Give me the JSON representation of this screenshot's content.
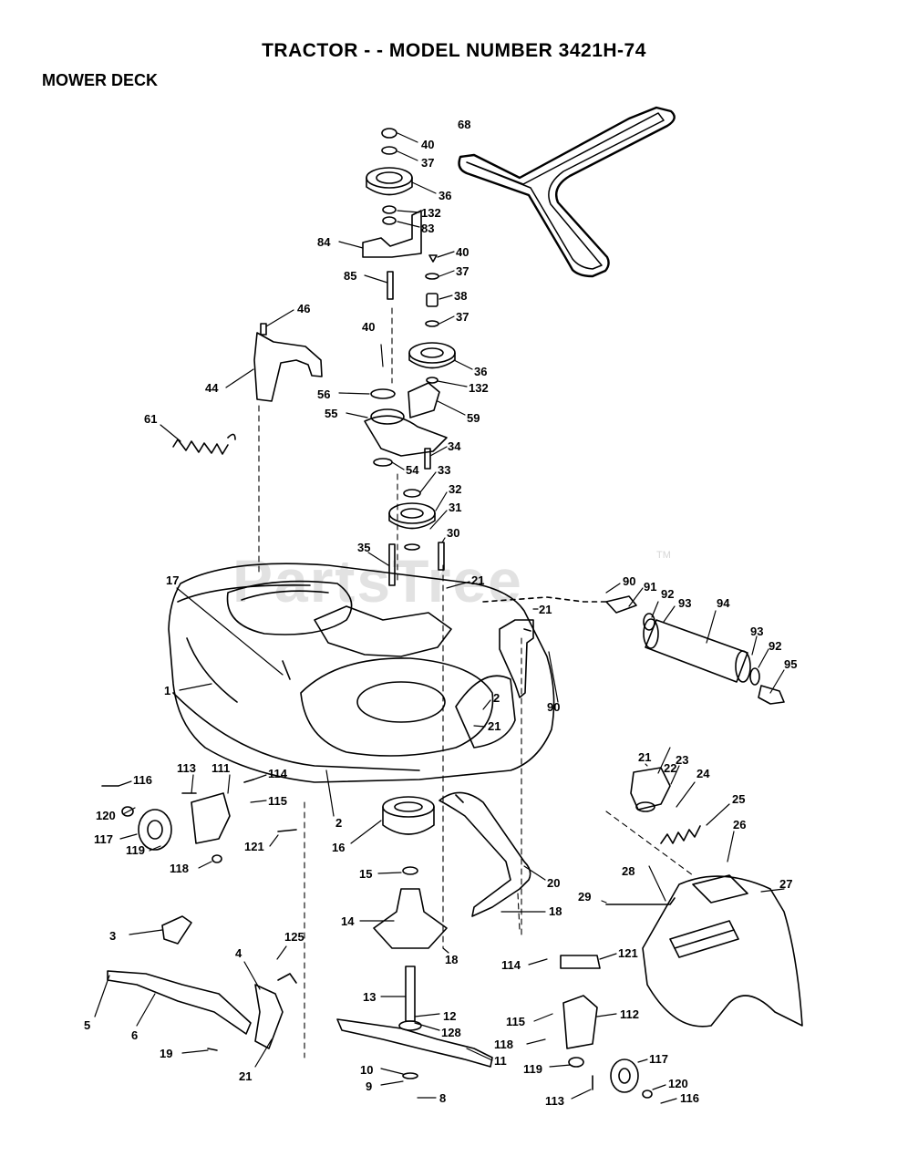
{
  "header": {
    "title": "TRACTOR - - MODEL NUMBER 3421H-74",
    "subtitle": "MOWER DECK"
  },
  "watermark": {
    "text": "PartsTree",
    "trademark": "TM"
  },
  "labels": {
    "l68": "68",
    "l40a": "40",
    "l37a": "37",
    "l36a": "36",
    "l132a": "132",
    "l83": "83",
    "l84": "84",
    "l85": "85",
    "l40b": "40",
    "l37b": "37",
    "l38": "38",
    "l37c": "37",
    "l46": "46",
    "l44": "44",
    "l40c": "40",
    "l36b": "36",
    "l132b": "132",
    "l56": "56",
    "l55": "55",
    "l59": "59",
    "l61": "61",
    "l34": "34",
    "l54": "54",
    "l33": "33",
    "l32": "32",
    "l31": "31",
    "l30": "30",
    "l35": "35",
    "l21a": "21",
    "l90a": "90",
    "l91": "91",
    "l92a": "92",
    "l93a": "93",
    "l94": "94",
    "l21b": "21",
    "l17": "17",
    "l1": "1",
    "l93b": "93",
    "l92b": "92",
    "l95": "95",
    "l2a": "2",
    "l21c": "21",
    "l90b": "90",
    "l21d": "21",
    "l22": "22",
    "l23": "23",
    "l24": "24",
    "l25": "25",
    "l26": "26",
    "l116a": "116",
    "l113a": "113",
    "l111": "111",
    "l114a": "114",
    "l115a": "115",
    "l120a": "120",
    "l117a": "117",
    "l119a": "119",
    "l121a": "121",
    "l118a": "118",
    "l2b": "2",
    "l16": "16",
    "l15": "15",
    "l14": "14",
    "l20": "20",
    "l18a": "18",
    "l18b": "18",
    "l28": "28",
    "l29": "29",
    "l27": "27",
    "l3": "3",
    "l125": "125",
    "l4": "4",
    "l5": "5",
    "l6": "6",
    "l13": "13",
    "l12": "12",
    "l128": "128",
    "l19": "19",
    "l21e": "21",
    "l11": "11",
    "l10": "10",
    "l9": "9",
    "l8": "8",
    "l114b": "114",
    "l121b": "121",
    "l115b": "115",
    "l112": "112",
    "l118b": "118",
    "l119b": "119",
    "l117b": "117",
    "l120b": "120",
    "l113b": "113",
    "l116b": "116"
  }
}
